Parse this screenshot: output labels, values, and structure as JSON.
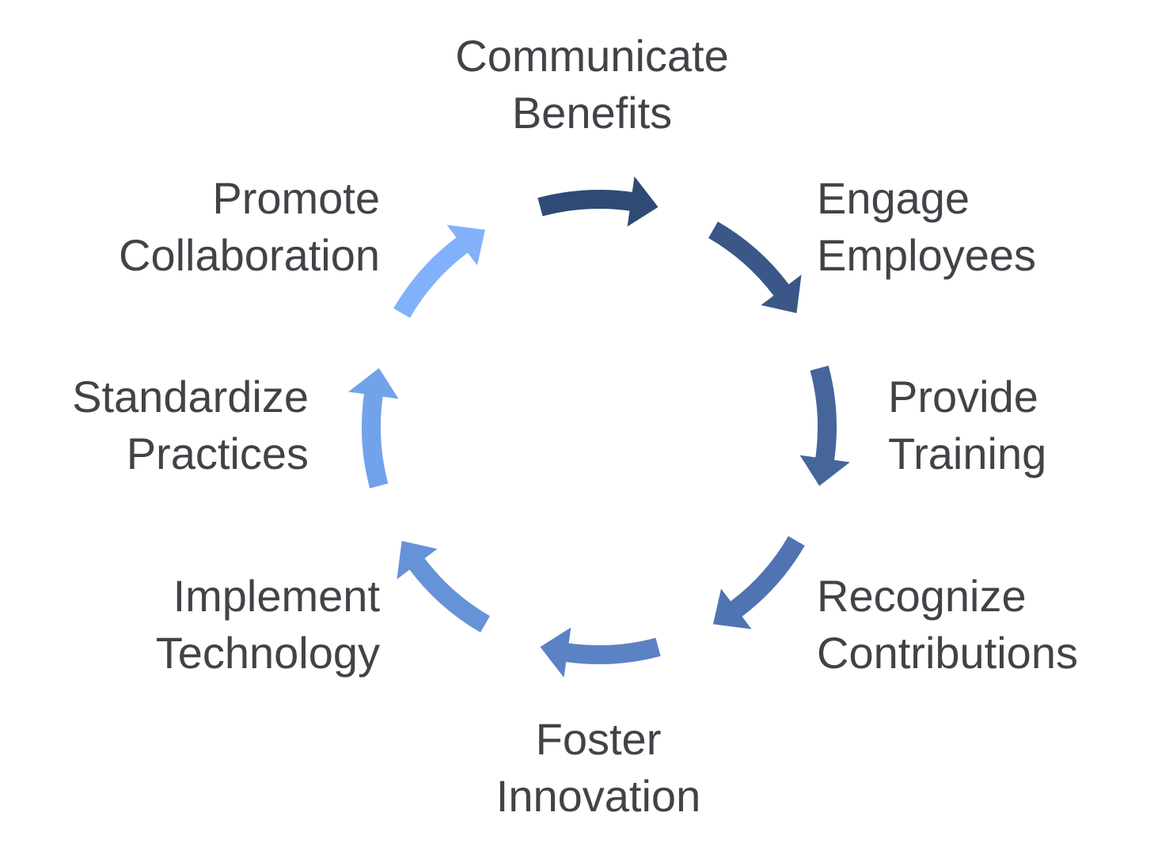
{
  "steps": [
    {
      "id": "communicate-benefits",
      "line1": "Communicate",
      "line2": "Benefits",
      "arrow_color": "#2e4a75"
    },
    {
      "id": "engage-employees",
      "line1": "Engage",
      "line2": "Employees",
      "arrow_color": "#3a5787"
    },
    {
      "id": "provide-training",
      "line1": "Provide",
      "line2": "Training",
      "arrow_color": "#46659b"
    },
    {
      "id": "recognize-contributions",
      "line1": "Recognize",
      "line2": "Contributions",
      "arrow_color": "#5073b2"
    },
    {
      "id": "foster-innovation",
      "line1": "Foster",
      "line2": "Innovation",
      "arrow_color": "#5b82c5"
    },
    {
      "id": "implement-technology",
      "line1": "Implement",
      "line2": "Technology",
      "arrow_color": "#6692d8"
    },
    {
      "id": "standardize-practices",
      "line1": "Standardize",
      "line2": "Practices",
      "arrow_color": "#72a2ea"
    },
    {
      "id": "promote-collaboration",
      "line1": "Promote",
      "line2": "Collaboration",
      "arrow_color": "#82b1fb"
    }
  ]
}
